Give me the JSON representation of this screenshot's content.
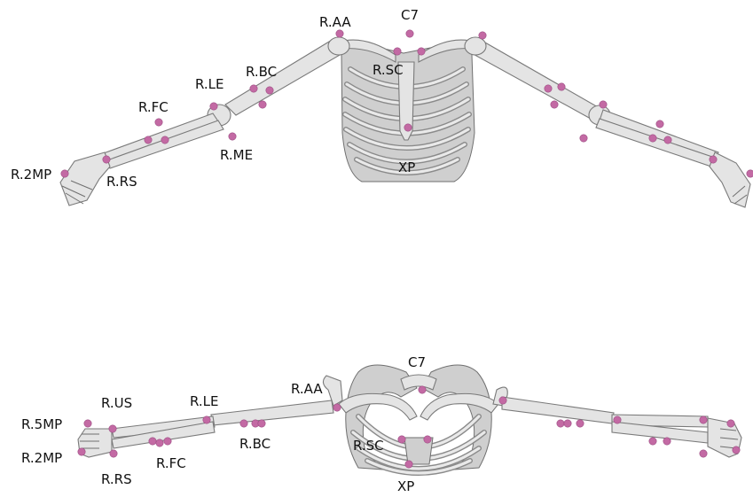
{
  "marker_color": "#c36aa4",
  "bone_color": "#e4e4e4",
  "views": [
    {
      "name": "anterior-view",
      "labels": {
        "c7": "C7",
        "r_aa": "R.AA",
        "r_sc": "R.SC",
        "r_bc": "R.BC",
        "r_le": "R.LE",
        "r_fc": "R.FC",
        "r_me": "R.ME",
        "r_2mp": "R.2MP",
        "r_rs": "R.RS",
        "xp": "XP"
      }
    },
    {
      "name": "superior-view",
      "labels": {
        "c7": "C7",
        "r_aa": "R.AA",
        "r_le": "R.LE",
        "r_us": "R.US",
        "r_5mp": "R.5MP",
        "r_2mp": "R.2MP",
        "r_rs": "R.RS",
        "r_fc": "R.FC",
        "r_bc": "R.BC",
        "r_sc": "R.SC",
        "xp": "XP"
      }
    }
  ]
}
